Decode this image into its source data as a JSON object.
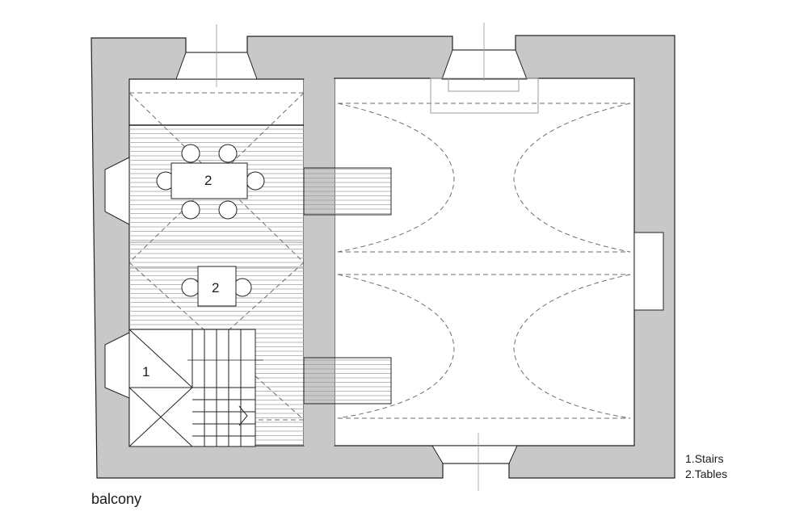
{
  "plan": {
    "caption": "balcony",
    "legend": [
      {
        "number": "1.",
        "label": "Stairs"
      },
      {
        "number": "2.",
        "label": "Tables"
      }
    ],
    "markers": {
      "stairs": "1",
      "tables_upper": "2",
      "tables_lower": "2"
    },
    "colors": {
      "wall": "#c8c8c8",
      "line": "#222222",
      "dashed": "#6e6e6e",
      "hatch": "#a5a5a5",
      "thin": "#9a9a9a"
    }
  }
}
